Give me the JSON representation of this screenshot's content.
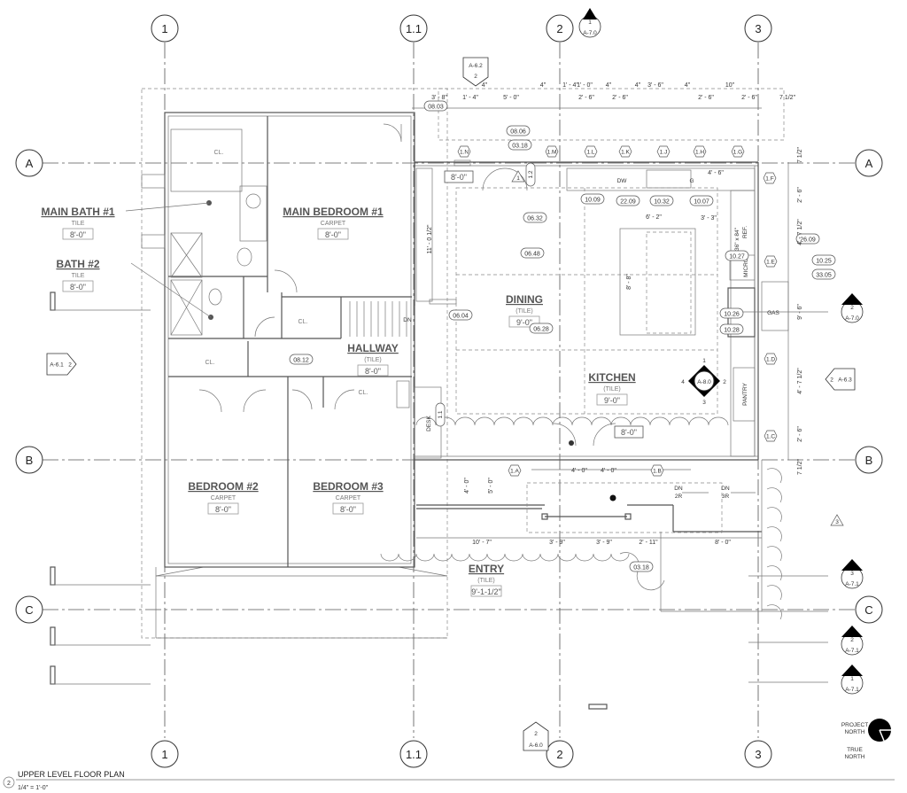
{
  "title": {
    "view_number": "2",
    "name": "UPPER LEVEL FLOOR PLAN",
    "scale": "1/4\" = 1'-0\""
  },
  "grids": {
    "columns": [
      "1",
      "1.1",
      "2",
      "3"
    ],
    "rows": [
      "A",
      "B",
      "C"
    ]
  },
  "rooms": [
    {
      "name": "MAIN BATH #1",
      "finish": "TILE",
      "ceiling": "8'-0\""
    },
    {
      "name": "BATH #2",
      "finish": "TILE",
      "ceiling": "8'-0\""
    },
    {
      "name": "MAIN BEDROOM #1",
      "finish": "CARPET",
      "ceiling": "8'-0\""
    },
    {
      "name": "HALLWAY",
      "finish": "(TILE)",
      "ceiling": "8'-0\""
    },
    {
      "name": "BEDROOM #2",
      "finish": "CARPET",
      "ceiling": "8'-0\""
    },
    {
      "name": "BEDROOM #3",
      "finish": "CARPET",
      "ceiling": "8'-0\""
    },
    {
      "name": "DINING",
      "finish": "(TILE)",
      "ceiling": "9'-0\""
    },
    {
      "name": "KITCHEN",
      "finish": "(TILE)",
      "ceiling": "9'-0\""
    },
    {
      "name": "ENTRY",
      "finish": "(TILE)",
      "ceiling": "9'-1-1/2\""
    }
  ],
  "extra_ceilings": [
    "8'-0\"",
    "8'-0\""
  ],
  "closets": [
    "CL.",
    "CL.",
    "CL.",
    "CL.",
    "CL."
  ],
  "fixtures": {
    "dw": "DW",
    "g": "G",
    "micro": "MICRO",
    "ref": "36\" x 84\"",
    "ref2": "REF.",
    "gas": "GAS",
    "pantry": "PANTRY",
    "desk": "DESK",
    "dn": "DN",
    "dn2": "DN",
    "dn2r": "2R",
    "dn3": "DN",
    "dn3r": "3R"
  },
  "keynotes": [
    "08.03",
    "08.06",
    "03.18",
    "10.09",
    "22.09",
    "10.32",
    "10.07",
    "06.32",
    "06.48",
    "06.28",
    "06.04",
    "08.12",
    "26.09",
    "10.27",
    "10.25",
    "33.05",
    "10.26",
    "10.28",
    "03.18"
  ],
  "window_tags": [
    "1.N",
    "1.M",
    "1.L",
    "1.K",
    "1.J",
    "1.H",
    "1.G",
    "1.F",
    "1.E",
    "1.D",
    "1.C",
    "1.A",
    "1.B"
  ],
  "door_tags": [
    "1.2",
    "1.1"
  ],
  "revision_tags": [
    "1",
    "3"
  ],
  "dims_top": [
    "3' - 8\"",
    "1' - 4\"",
    "4\"",
    "5' - 0\"",
    "4\"",
    "1' - 4\"",
    "1' - 0\"",
    "2' - 6\"",
    "4\"",
    "2' - 6\"",
    "4\"",
    "3' - 6\"",
    "4\"",
    "2' - 6\"",
    "10\"",
    "2' - 6\"",
    "7 1/2\""
  ],
  "dims_right": [
    "7 1/2\"",
    "2' - 6\"",
    "4' - 7 1/2\"",
    "9' - 6\"",
    "4' - 7 1/2\"",
    "2' - 6\"",
    "7 1/2\""
  ],
  "dims_kitchen": [
    "4' - 6\"",
    "6' - 2\"",
    "3' - 3\"",
    "8' - 8\"",
    "11' - 0 1/2\""
  ],
  "dims_entry": [
    "4' - 0\"",
    "4' - 0\"",
    "4' - 0\"",
    "5' - 0\"",
    "10' - 7\"",
    "3' - 9\"",
    "3' - 9\"",
    "2' - 11\"",
    "8' - 0\""
  ],
  "sections": [
    {
      "num": "2",
      "sheet": "A-6.2"
    },
    {
      "num": "1",
      "sheet": "A-7.0"
    },
    {
      "num": "2",
      "sheet": "A-6.1"
    },
    {
      "num": "2",
      "sheet": "A-6.3"
    },
    {
      "num": "2",
      "sheet": "A-7.0"
    },
    {
      "num": "3",
      "sheet": "A-7.1"
    },
    {
      "num": "2",
      "sheet": "A-7.1"
    },
    {
      "num": "1",
      "sheet": "A-7.1"
    },
    {
      "num": "2",
      "sheet": "A-6.0"
    }
  ],
  "interior_elev": {
    "sheet": "A-8.0",
    "n1": "1",
    "n2": "2",
    "n3": "3",
    "n4": "4"
  },
  "north": {
    "project": "PROJECT",
    "project2": "NORTH",
    "true": "TRUE",
    "true2": "NORTH"
  }
}
